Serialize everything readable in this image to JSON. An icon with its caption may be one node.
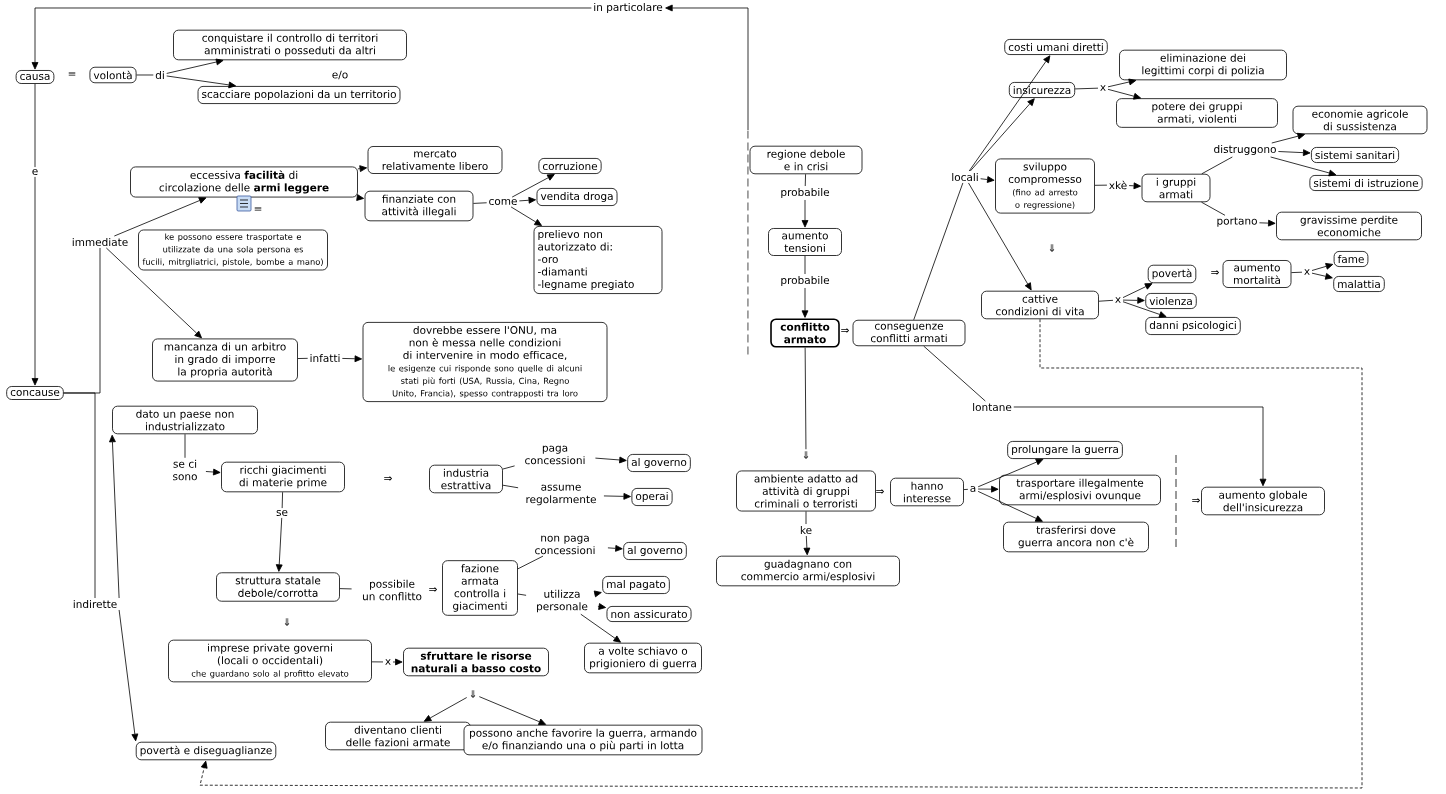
{
  "diagram": {
    "nodes": [
      {
        "text": [
          "causa"
        ]
      },
      {
        "text": [
          "volontà"
        ]
      },
      {
        "text": [
          "di"
        ]
      },
      {
        "text": [
          "conquistare il controllo di territori amministrati o posseduti da altri"
        ]
      },
      {
        "text": [
          "scacciare popolazioni da un territorio"
        ]
      },
      {
        "text": [
          "e"
        ]
      },
      {
        "text": [
          "concause"
        ]
      },
      {
        "text": [
          "immediate"
        ]
      },
      {
        "text": [
          "eccessiva **facilità** di circolazione delle **armi leggere**"
        ]
      },
      {
        "text": [
          "ke possono essere trasportate e utilizzate da una sola persona es fucili, mitrgliatrici, pistole, bombe a mano)"
        ]
      },
      {
        "text": [
          "mercato relativamente libero"
        ]
      },
      {
        "text": [
          "finanziate con attività illegali"
        ]
      },
      {
        "text": [
          "come"
        ]
      },
      {
        "text": [
          "corruzione"
        ]
      },
      {
        "text": [
          "vendita droga"
        ]
      },
      {
        "text": [
          "prelievo non autorizzato di:",
          "-oro",
          "-diamanti",
          "-legname pregiato"
        ]
      },
      {
        "text": [
          "mancanza di un arbitro in grado di imporre la propria autorità"
        ]
      },
      {
        "text": [
          "infatti"
        ]
      },
      {
        "text": [
          "dovrebbe essere l'ONU, ma non è messa nelle condizioni di intervenire in modo efficace,",
          "le esigenze cui risponde sono quelle di alcuni stati più forti (USA, Russia, Cina, Regno Unito, Francia), spesso contrapposti tra loro"
        ]
      },
      {
        "text": [
          "indirette"
        ]
      },
      {
        "text": [
          "dato un paese non industrializzato"
        ]
      },
      {
        "text": [
          "se ci sono"
        ]
      },
      {
        "text": [
          "ricchi giacimenti di materie prime"
        ]
      },
      {
        "text": [
          "industria estrattiva"
        ]
      },
      {
        "text": [
          "paga concessioni"
        ]
      },
      {
        "text": [
          "al governo"
        ]
      },
      {
        "text": [
          "assume regolarmente"
        ]
      },
      {
        "text": [
          "operai"
        ]
      },
      {
        "text": [
          "se"
        ]
      },
      {
        "text": [
          "struttura statale debole/corrotta"
        ]
      },
      {
        "text": [
          "possibile un conflitto"
        ]
      },
      {
        "text": [
          "fazione armata controlla i giacimenti"
        ]
      },
      {
        "text": [
          "non paga concessioni"
        ]
      },
      {
        "text": [
          "al governo"
        ]
      },
      {
        "text": [
          "utilizza personale"
        ]
      },
      {
        "text": [
          "mal pagato"
        ]
      },
      {
        "text": [
          "non assicurato"
        ]
      },
      {
        "text": [
          "a volte schiavo o prigioniero di guerra"
        ]
      },
      {
        "text": [
          "imprese private governi (locali o occidentali)",
          "che guardano solo al profitto elevato"
        ]
      },
      {
        "text": [
          "x"
        ]
      },
      {
        "text": [
          "sfruttare le risorse naturali a basso costo"
        ]
      },
      {
        "text": [
          "⇓"
        ]
      },
      {
        "text": [
          "diventano clienti delle fazioni armate"
        ]
      },
      {
        "text": [
          "possono anche favorire la guerra, armando e/o finanziando una o più parti in lotta"
        ]
      },
      {
        "text": [
          "povertà e diseguaglianze"
        ]
      },
      {
        "text": [
          "in particolare"
        ]
      },
      {
        "text": [],
        "shape": "bar"
      },
      {
        "text": [
          "regione debole e in crisi"
        ]
      },
      {
        "text": [
          "probabile"
        ]
      },
      {
        "text": [
          "aumento tensioni"
        ]
      },
      {
        "text": [
          "probabile"
        ]
      },
      {
        "text": [
          "conflitto armato"
        ]
      },
      {
        "text": [
          "conseguenze conflitti armati"
        ]
      },
      {
        "text": [
          "locali"
        ]
      },
      {
        "text": [
          "costi umani diretti"
        ]
      },
      {
        "text": [
          "insicurezza"
        ]
      },
      {
        "text": [
          "x"
        ]
      },
      {
        "text": [
          "eliminazione dei legittimi corpi di polizia"
        ]
      },
      {
        "text": [
          "potere dei gruppi armati, violenti"
        ]
      },
      {
        "text": [
          "sviluppo compromesso",
          "(fino ad arresto o regressione)"
        ]
      },
      {
        "text": [
          "xkè"
        ]
      },
      {
        "text": [
          "i gruppi armati"
        ]
      },
      {
        "text": [
          "distruggono"
        ]
      },
      {
        "text": [
          "economie agricole di sussistenza"
        ]
      },
      {
        "text": [
          "sistemi sanitari"
        ]
      },
      {
        "text": [
          "sistemi di istruzione"
        ]
      },
      {
        "text": [
          "portano"
        ]
      },
      {
        "text": [
          "gravissime perdite economiche"
        ]
      },
      {
        "text": [
          "cattive condizioni di vita"
        ]
      },
      {
        "text": [
          "x"
        ]
      },
      {
        "text": [
          "povertà"
        ]
      },
      {
        "text": [
          "violenza"
        ]
      },
      {
        "text": [
          "danni psicologici"
        ]
      },
      {
        "text": [
          "aumento mortalità"
        ]
      },
      {
        "text": [
          "x"
        ]
      },
      {
        "text": [
          "fame"
        ]
      },
      {
        "text": [
          "malattia"
        ]
      },
      {
        "text": [
          "lontane"
        ]
      },
      {
        "text": [
          "⇓"
        ]
      },
      {
        "text": [
          "ambiente adatto ad attività di gruppi criminali o terroristi"
        ]
      },
      {
        "text": [
          "ke"
        ]
      },
      {
        "text": [
          "guadagnano con commercio armi/esplosivi"
        ]
      },
      {
        "text": [
          "hanno interesse"
        ]
      },
      {
        "text": [
          "a"
        ]
      },
      {
        "text": [
          "prolungare la guerra"
        ]
      },
      {
        "text": [
          "trasportare illegalmente armi/esplosivi ovunque"
        ]
      },
      {
        "text": [
          "trasferirsi dove guerra ancora non c'è"
        ]
      },
      {
        "text": [
          "aumento globale dell'insicurezza"
        ]
      }
    ],
    "edges": [
      {
        "from": 0,
        "to": 5,
        "arrow": "none"
      },
      {
        "from": 5,
        "to": 6,
        "arrow": "to"
      },
      {
        "from": 1,
        "to": 2,
        "arrow": "none"
      },
      {
        "from": 2,
        "to": 3,
        "arrow": "to"
      },
      {
        "from": 2,
        "to": 4,
        "arrow": "to"
      },
      {
        "from": 6,
        "to": 7,
        "arrow": "none"
      },
      {
        "from": 7,
        "to": 8,
        "arrow": "to"
      },
      {
        "from": 7,
        "to": 16,
        "arrow": "to"
      },
      {
        "from": 8,
        "to": 10,
        "arrow": "to"
      },
      {
        "from": 8,
        "to": 11,
        "arrow": "to"
      },
      {
        "from": 11,
        "to": 12,
        "arrow": "none"
      },
      {
        "from": 12,
        "to": 13,
        "arrow": "to"
      },
      {
        "from": 12,
        "to": 14,
        "arrow": "to"
      },
      {
        "from": 12,
        "to": 15,
        "arrow": "to"
      },
      {
        "from": 16,
        "to": 17,
        "arrow": "none"
      },
      {
        "from": 17,
        "to": 18,
        "arrow": "to"
      },
      {
        "from": 6,
        "to": 19,
        "arrow": "none"
      },
      {
        "from": 19,
        "to": 20,
        "arrow": "to"
      },
      {
        "from": 19,
        "to": 44,
        "arrow": "to"
      },
      {
        "from": 20,
        "to": 21,
        "arrow": "none"
      },
      {
        "from": 21,
        "to": 22,
        "arrow": "to"
      },
      {
        "from": 22,
        "to": 28,
        "arrow": "none"
      },
      {
        "from": 28,
        "to": 29,
        "arrow": "to"
      },
      {
        "from": 23,
        "to": 24,
        "arrow": "none"
      },
      {
        "from": 24,
        "to": 25,
        "arrow": "to"
      },
      {
        "from": 23,
        "to": 26,
        "arrow": "none"
      },
      {
        "from": 26,
        "to": 27,
        "arrow": "to"
      },
      {
        "from": 29,
        "to": 30,
        "arrow": "none"
      },
      {
        "from": 31,
        "to": 32,
        "arrow": "none"
      },
      {
        "from": 32,
        "to": 33,
        "arrow": "to"
      },
      {
        "from": 31,
        "to": 34,
        "arrow": "none"
      },
      {
        "from": 34,
        "to": 35,
        "arrow": "to"
      },
      {
        "from": 34,
        "to": 36,
        "arrow": "to"
      },
      {
        "from": 34,
        "to": 37,
        "arrow": "to"
      },
      {
        "from": 38,
        "to": 39,
        "arrow": "none"
      },
      {
        "from": 39,
        "to": 40,
        "arrow": "to"
      },
      {
        "from": 41,
        "to": 42,
        "arrow": "to"
      },
      {
        "from": 41,
        "to": 43,
        "arrow": "to"
      },
      {
        "from": 46,
        "to": 45,
        "arrow": "to"
      },
      {
        "from": 45,
        "to": 0,
        "arrow": "to"
      },
      {
        "from": 47,
        "to": 48,
        "arrow": "none"
      },
      {
        "from": 48,
        "to": 49,
        "arrow": "to"
      },
      {
        "from": 49,
        "to": 50,
        "arrow": "none"
      },
      {
        "from": 50,
        "to": 51,
        "arrow": "to"
      },
      {
        "from": 51,
        "to": 78,
        "arrow": "none"
      },
      {
        "from": 52,
        "to": 53,
        "arrow": "none"
      },
      {
        "from": 53,
        "to": 54,
        "arrow": "to"
      },
      {
        "from": 53,
        "to": 55,
        "arrow": "to"
      },
      {
        "from": 53,
        "to": 59,
        "arrow": "to"
      },
      {
        "from": 53,
        "to": 68,
        "arrow": "to"
      },
      {
        "from": 52,
        "to": 77,
        "arrow": "none"
      },
      {
        "from": 77,
        "to": 87,
        "arrow": "to"
      },
      {
        "from": 55,
        "to": 56,
        "arrow": "none"
      },
      {
        "from": 56,
        "to": 57,
        "arrow": "to"
      },
      {
        "from": 56,
        "to": 58,
        "arrow": "to"
      },
      {
        "from": 59,
        "to": 60,
        "arrow": "none"
      },
      {
        "from": 60,
        "to": 61,
        "arrow": "to"
      },
      {
        "from": 61,
        "to": 62,
        "arrow": "none"
      },
      {
        "from": 62,
        "to": 63,
        "arrow": "to"
      },
      {
        "from": 62,
        "to": 64,
        "arrow": "to"
      },
      {
        "from": 62,
        "to": 65,
        "arrow": "to"
      },
      {
        "from": 61,
        "to": 66,
        "arrow": "none"
      },
      {
        "from": 66,
        "to": 67,
        "arrow": "to"
      },
      {
        "from": 68,
        "to": 69,
        "arrow": "none"
      },
      {
        "from": 69,
        "to": 70,
        "arrow": "to"
      },
      {
        "from": 69,
        "to": 71,
        "arrow": "to"
      },
      {
        "from": 69,
        "to": 72,
        "arrow": "to"
      },
      {
        "from": 73,
        "to": 74,
        "arrow": "none"
      },
      {
        "from": 74,
        "to": 75,
        "arrow": "to"
      },
      {
        "from": 74,
        "to": 76,
        "arrow": "to"
      },
      {
        "from": 79,
        "to": 80,
        "arrow": "none"
      },
      {
        "from": 80,
        "to": 81,
        "arrow": "to"
      },
      {
        "from": 82,
        "to": 83,
        "arrow": "none"
      },
      {
        "from": 83,
        "to": 84,
        "arrow": "to"
      },
      {
        "from": 83,
        "to": 85,
        "arrow": "to"
      },
      {
        "from": 83,
        "to": 86,
        "arrow": "to"
      },
      {
        "from": 68,
        "to": 44,
        "arrow": "to",
        "style": "dashed"
      }
    ],
    "labels": [
      "=",
      "e/o",
      "=",
      "⇓",
      "⇒",
      "⇒",
      "⇒",
      "⇒",
      "⇒",
      "⇒",
      "⇓"
    ]
  }
}
